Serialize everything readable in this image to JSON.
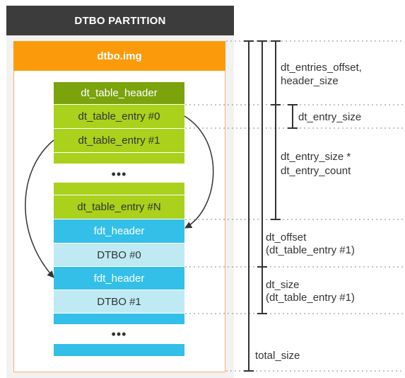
{
  "partition": {
    "title": "DTBO PARTITION"
  },
  "image": {
    "title": "dtbo.img"
  },
  "blocks": {
    "table_header": "dt_table_header",
    "entry0": "dt_table_entry #0",
    "entry1": "dt_table_entry #1",
    "entryN": "dt_table_entry #N",
    "fdt_header_1": "fdt_header",
    "dtbo0": "DTBO #0",
    "fdt_header_2": "fdt_header",
    "dtbo1": "DTBO #1",
    "ellipsis": "•••"
  },
  "labels": {
    "entries_offset_1": "dt_entries_offset,",
    "entries_offset_2": "header_size",
    "entry_size": "dt_entry_size",
    "entries_total_1": "dt_entry_size *",
    "entries_total_2": "dt_entry_count",
    "dt_offset_1": "dt_offset",
    "dt_offset_2": "(dt_table_entry #1)",
    "dt_size_1": "dt_size",
    "dt_size_2": "(dt_table_entry #1)",
    "total_size": "total_size"
  },
  "colors": {
    "header_bg": "#3c3c3c",
    "image_header": "#fb9b0c",
    "table_header": "#7aa30c",
    "table_entry": "#aad11c",
    "fdt_header": "#33bfe8",
    "dtbo": "#bfeaf4"
  }
}
